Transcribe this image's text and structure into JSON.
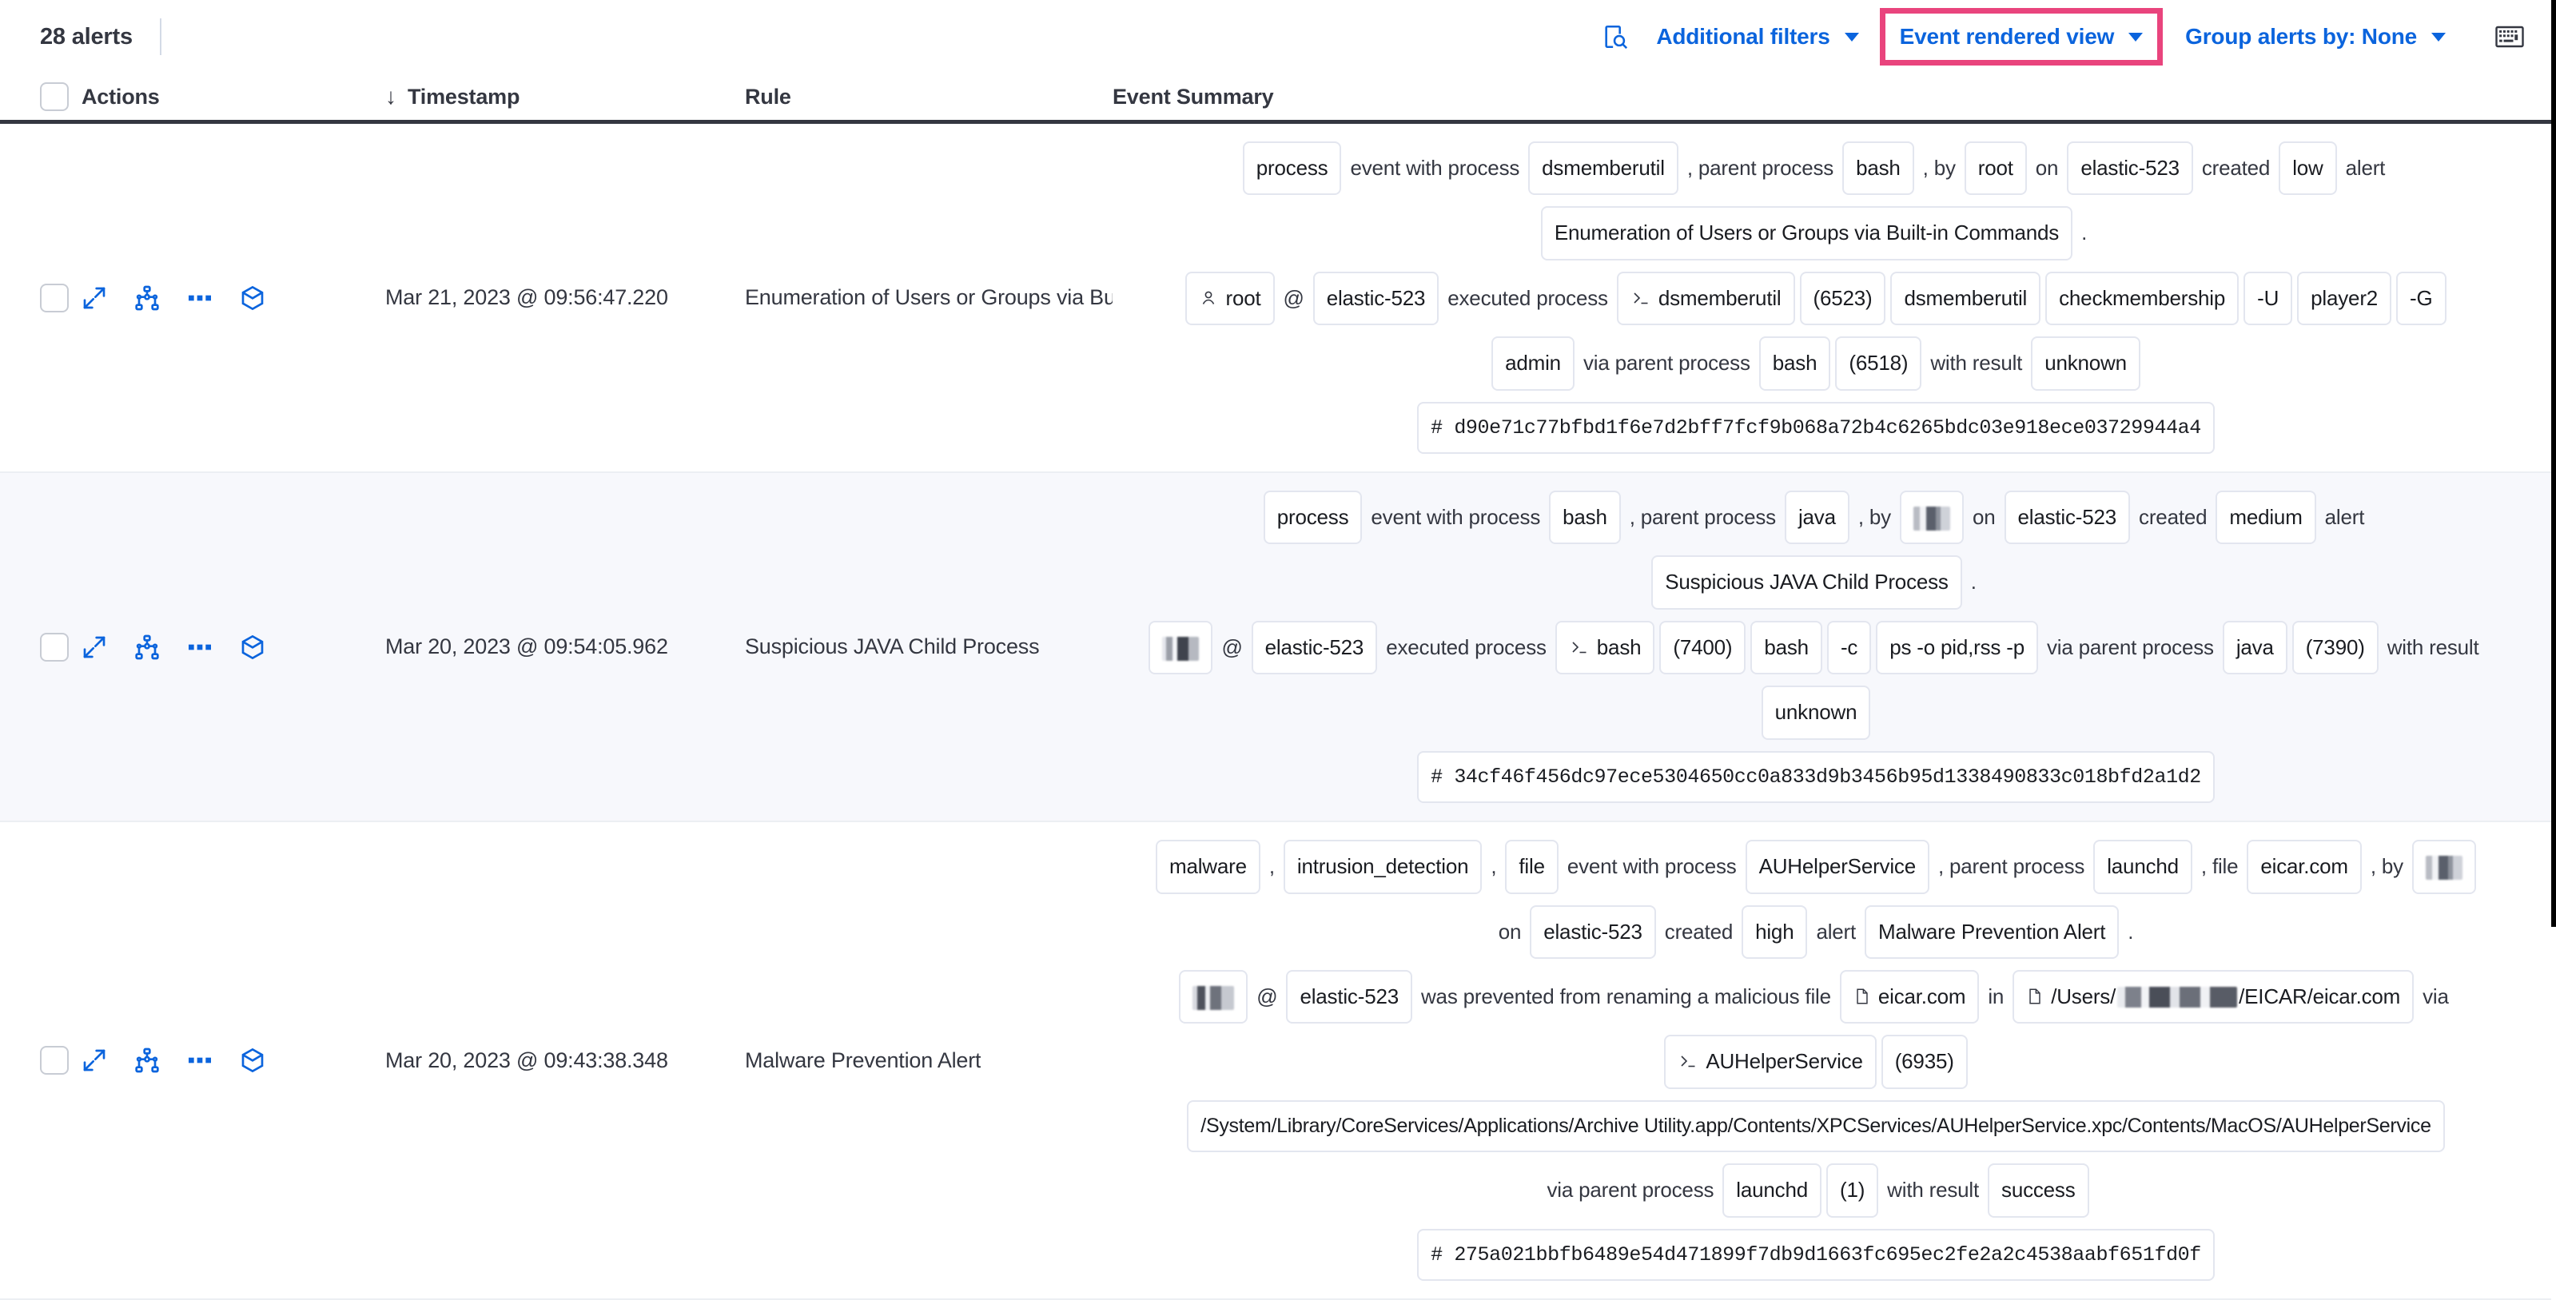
{
  "toolbar": {
    "alert_count_label": "28 alerts",
    "additional_filters_label": "Additional filters",
    "event_rendered_view_label": "Event rendered view",
    "group_alerts_by_label": "Group alerts by: None",
    "filter_icon": "inspect-filter-icon",
    "keyboard_icon": "keyboard-icon",
    "highlight_color": "#e9447d",
    "link_color": "#0b64dd"
  },
  "table": {
    "columns": {
      "select_all": "",
      "actions": "Actions",
      "timestamp": "Timestamp",
      "timestamp_sort": "↓",
      "rule": "Rule",
      "event_summary": "Event Summary"
    },
    "row_action_icons": [
      "expand-icon",
      "analyzer-icon",
      "more-actions-icon",
      "session-viewer-icon"
    ],
    "rows": [
      {
        "timestamp": "Mar 21, 2023 @ 09:56:47.220",
        "rule": "Enumeration of Users or Groups via Bui",
        "summary_lines": [
          [
            {
              "t": "tok",
              "v": "process"
            },
            {
              "t": "plain",
              "v": "event with process"
            },
            {
              "t": "tok",
              "v": "dsmemberutil"
            },
            {
              "t": "plain",
              "v": ", parent process"
            },
            {
              "t": "tok",
              "v": "bash"
            },
            {
              "t": "plain",
              "v": ", by"
            },
            {
              "t": "tok",
              "v": "root"
            },
            {
              "t": "plain",
              "v": "on"
            },
            {
              "t": "tok",
              "v": "elastic-523"
            },
            {
              "t": "plain",
              "v": "created"
            },
            {
              "t": "tok",
              "v": "low"
            },
            {
              "t": "plain",
              "v": "alert"
            }
          ],
          [
            {
              "t": "tok",
              "v": "Enumeration of Users or Groups via Built-in Commands"
            },
            {
              "t": "plain",
              "v": "."
            }
          ],
          [
            {
              "t": "tok",
              "v": "root",
              "icon": "user-icon"
            },
            {
              "t": "plain",
              "v": "@"
            },
            {
              "t": "tok",
              "v": "elastic-523"
            },
            {
              "t": "plain",
              "v": "executed process"
            },
            {
              "t": "tok",
              "v": "dsmemberutil",
              "icon": "console-icon"
            },
            {
              "t": "tok",
              "v": "(6523)"
            },
            {
              "t": "tok",
              "v": "dsmemberutil"
            },
            {
              "t": "tok",
              "v": "checkmembership"
            },
            {
              "t": "tok",
              "v": "-U"
            },
            {
              "t": "tok",
              "v": "player2"
            },
            {
              "t": "tok",
              "v": "-G"
            }
          ],
          [
            {
              "t": "tok",
              "v": "admin"
            },
            {
              "t": "plain",
              "v": "via parent process"
            },
            {
              "t": "tok",
              "v": "bash"
            },
            {
              "t": "tok",
              "v": "(6518)"
            },
            {
              "t": "plain",
              "v": "with result"
            },
            {
              "t": "tok",
              "v": "unknown"
            }
          ],
          [
            {
              "t": "tok",
              "v": "#  d90e71c77bfbd1f6e7d2bff7fcf9b068a72b4c6265bdc03e918ece03729944a4",
              "hash": true
            }
          ]
        ]
      },
      {
        "timestamp": "Mar 20, 2023 @ 09:54:05.962",
        "rule": "Suspicious JAVA Child Process",
        "summary_lines": [
          [
            {
              "t": "tok",
              "v": "process"
            },
            {
              "t": "plain",
              "v": "event with process"
            },
            {
              "t": "tok",
              "v": "bash"
            },
            {
              "t": "plain",
              "v": ", parent process"
            },
            {
              "t": "tok",
              "v": "java"
            },
            {
              "t": "plain",
              "v": ", by"
            },
            {
              "t": "tok",
              "v": "",
              "redact": "r1"
            },
            {
              "t": "plain",
              "v": "on"
            },
            {
              "t": "tok",
              "v": "elastic-523"
            },
            {
              "t": "plain",
              "v": "created"
            },
            {
              "t": "tok",
              "v": "medium"
            },
            {
              "t": "plain",
              "v": "alert"
            }
          ],
          [
            {
              "t": "tok",
              "v": "Suspicious JAVA Child Process"
            },
            {
              "t": "plain",
              "v": "."
            }
          ],
          [
            {
              "t": "tok",
              "v": "",
              "redact": "r2"
            },
            {
              "t": "plain",
              "v": "@"
            },
            {
              "t": "tok",
              "v": "elastic-523"
            },
            {
              "t": "plain",
              "v": "executed process"
            },
            {
              "t": "tok",
              "v": "bash",
              "icon": "console-icon"
            },
            {
              "t": "tok",
              "v": "(7400)"
            },
            {
              "t": "tok",
              "v": "bash"
            },
            {
              "t": "tok",
              "v": "-c"
            },
            {
              "t": "tok",
              "v": "ps -o pid,rss -p"
            },
            {
              "t": "plain",
              "v": "via parent process"
            },
            {
              "t": "tok",
              "v": "java"
            },
            {
              "t": "tok",
              "v": "(7390)"
            },
            {
              "t": "plain",
              "v": "with result"
            }
          ],
          [
            {
              "t": "tok",
              "v": "unknown"
            }
          ],
          [
            {
              "t": "tok",
              "v": "#  34cf46f456dc97ece5304650cc0a833d9b3456b95d1338490833c018bfd2a1d2",
              "hash": true
            }
          ]
        ]
      },
      {
        "timestamp": "Mar 20, 2023 @ 09:43:38.348",
        "rule": "Malware Prevention Alert",
        "summary_lines": [
          [
            {
              "t": "tok",
              "v": "malware"
            },
            {
              "t": "plain",
              "v": ","
            },
            {
              "t": "tok",
              "v": "intrusion_detection"
            },
            {
              "t": "plain",
              "v": ","
            },
            {
              "t": "tok",
              "v": "file"
            },
            {
              "t": "plain",
              "v": "event with process"
            },
            {
              "t": "tok",
              "v": "AUHelperService"
            },
            {
              "t": "plain",
              "v": ", parent process"
            },
            {
              "t": "tok",
              "v": "launchd"
            },
            {
              "t": "plain",
              "v": ", file"
            },
            {
              "t": "tok",
              "v": "eicar.com"
            },
            {
              "t": "plain",
              "v": ", by"
            },
            {
              "t": "tok",
              "v": "",
              "redact": "r1"
            }
          ],
          [
            {
              "t": "plain",
              "v": "on"
            },
            {
              "t": "tok",
              "v": "elastic-523"
            },
            {
              "t": "plain",
              "v": "created"
            },
            {
              "t": "tok",
              "v": "high"
            },
            {
              "t": "plain",
              "v": "alert"
            },
            {
              "t": "tok",
              "v": "Malware Prevention Alert"
            },
            {
              "t": "plain",
              "v": "."
            }
          ],
          [
            {
              "t": "tok",
              "v": "",
              "redact": "r3"
            },
            {
              "t": "plain",
              "v": "@"
            },
            {
              "t": "tok",
              "v": "elastic-523"
            },
            {
              "t": "plain",
              "v": "was prevented from renaming a malicious file"
            },
            {
              "t": "tok",
              "v": "eicar.com",
              "icon": "file-icon"
            },
            {
              "t": "plain",
              "v": "in"
            },
            {
              "t": "tok",
              "v": "/Users/",
              "icon": "file-icon",
              "suffix": "/EICAR/eicar.com",
              "redact_inline": true
            },
            {
              "t": "plain",
              "v": "via"
            }
          ],
          [
            {
              "t": "tok",
              "v": "AUHelperService",
              "icon": "console-icon"
            },
            {
              "t": "tok",
              "v": "(6935)"
            }
          ],
          [
            {
              "t": "tok",
              "v": "/System/Library/CoreServices/Applications/Archive Utility.app/Contents/XPCServices/AUHelperService.xpc/Contents/MacOS/AUHelperService",
              "path": true
            }
          ],
          [
            {
              "t": "plain",
              "v": "via parent process"
            },
            {
              "t": "tok",
              "v": "launchd"
            },
            {
              "t": "tok",
              "v": "(1)"
            },
            {
              "t": "plain",
              "v": "with result"
            },
            {
              "t": "tok",
              "v": "success"
            }
          ],
          [
            {
              "t": "tok",
              "v": "#  275a021bbfb6489e54d471899f7db9d1663fc695ec2fe2a2c4538aabf651fd0f",
              "hash": true
            }
          ]
        ]
      }
    ]
  }
}
